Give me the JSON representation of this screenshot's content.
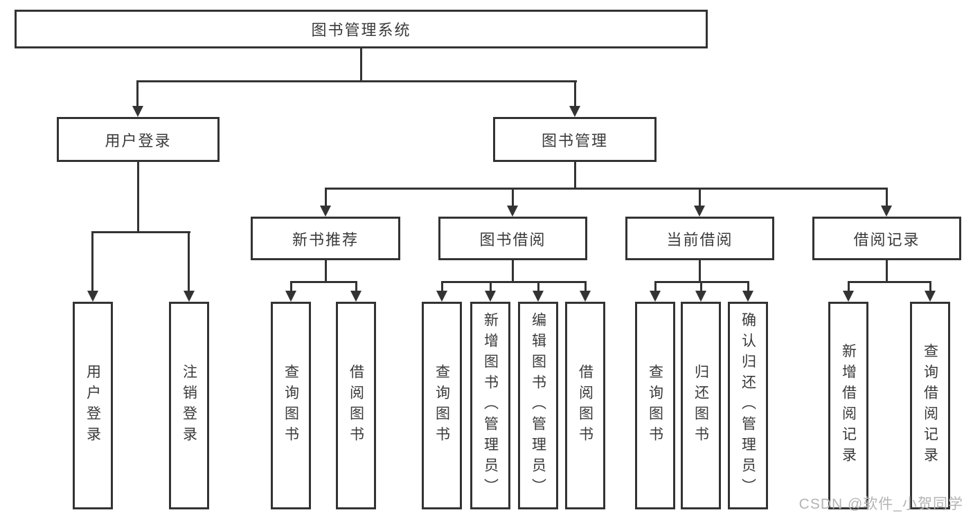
{
  "title": "图书管理系统",
  "nodes": {
    "root": "图书管理系统",
    "level2": [
      "用户登录",
      "图书管理"
    ],
    "level3": [
      "新书推荐",
      "图书借阅",
      "当前借阅",
      "借阅记录"
    ],
    "level4": [
      "用户登录",
      "注销登录",
      "查询图书",
      "借阅图书",
      "查询图书",
      "新增图书（管理员）",
      "编辑图书（管理员）",
      "借阅图书",
      "查询图书",
      "归还图书",
      "确认归还（管理员）",
      "新增借阅记录",
      "查询借阅记录"
    ]
  },
  "hierarchy": [
    {
      "parent": "图书管理系统",
      "children": [
        "用户登录",
        "图书管理"
      ]
    },
    {
      "parent": "用户登录",
      "children": [
        "用户登录",
        "注销登录"
      ]
    },
    {
      "parent": "图书管理",
      "children": [
        "新书推荐",
        "图书借阅",
        "当前借阅",
        "借阅记录"
      ]
    },
    {
      "parent": "新书推荐",
      "children": [
        "查询图书",
        "借阅图书"
      ]
    },
    {
      "parent": "图书借阅",
      "children": [
        "查询图书",
        "新增图书（管理员）",
        "编辑图书（管理员）",
        "借阅图书"
      ]
    },
    {
      "parent": "当前借阅",
      "children": [
        "查询图书",
        "归还图书",
        "确认归还（管理员）"
      ]
    },
    {
      "parent": "借阅记录",
      "children": [
        "新增借阅记录",
        "查询借阅记录"
      ]
    }
  ],
  "watermark": "CSDN @软件_小贺同学",
  "colors": {
    "line": "#333333",
    "text": "#3a3a3a",
    "watermark": "#b4b4b4",
    "background": "#ffffff"
  }
}
